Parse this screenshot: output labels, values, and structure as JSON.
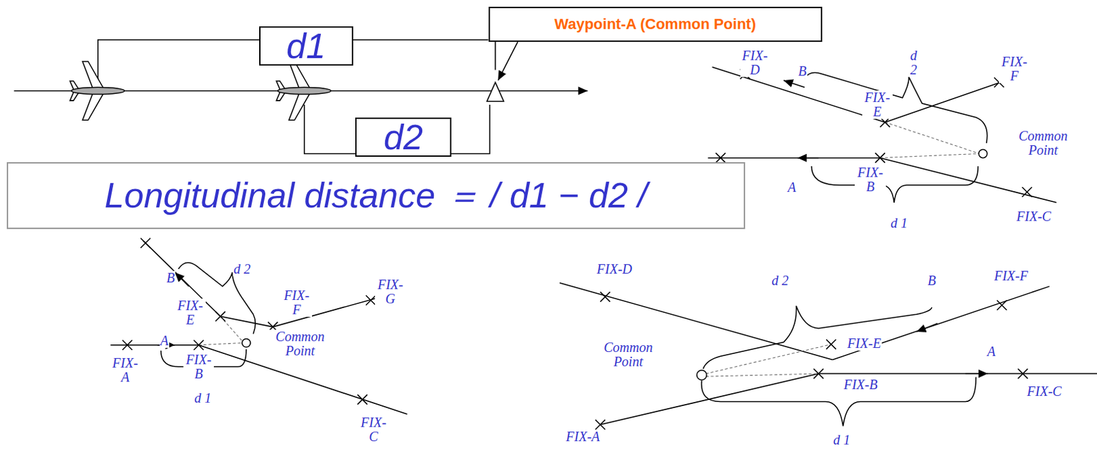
{
  "diagram": {
    "nodes": [
      {
        "text": [
          "Waypoint-A (Common Point)"
        ]
      },
      {
        "text": [
          "d1"
        ]
      },
      {
        "text": [
          "d2"
        ]
      },
      {
        "text": [
          "Longitudinal distance ＝ / d1 − d2 /"
        ]
      }
    ],
    "labels": [
      "FIX-D",
      "B",
      "d 2",
      "FIX-F",
      "FIX-E",
      "Common Point",
      "FIX-B",
      "A",
      "d 1",
      "FIX-C",
      "B",
      "d 2",
      "FIX-G",
      "FIX-E",
      "FIX-F",
      "Common Point",
      "FIX-A",
      "A",
      "FIX-B",
      "d 1",
      "FIX-C",
      "FIX-D",
      "d 2",
      "B",
      "FIX-F",
      "Common Point",
      "FIX-E",
      "A",
      "FIX-B",
      "FIX-C",
      "FIX-A",
      "d 1"
    ]
  }
}
